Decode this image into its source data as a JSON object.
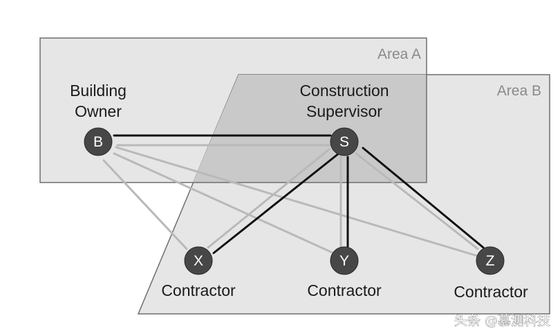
{
  "areas": {
    "a": {
      "label": "Area A"
    },
    "b": {
      "label": "Area B"
    }
  },
  "nodes": {
    "b": {
      "letter": "B",
      "label_lines": [
        "Building",
        "Owner"
      ]
    },
    "s": {
      "letter": "S",
      "label_lines": [
        "Construction",
        "Supervisor"
      ]
    },
    "x": {
      "letter": "X",
      "label": "Contractor"
    },
    "y": {
      "letter": "Y",
      "label": "Contractor"
    },
    "z": {
      "letter": "Z",
      "label": "Contractor"
    }
  },
  "edges": [
    {
      "from": "B",
      "to": "S",
      "style": "double-gray-and-black"
    },
    {
      "from": "B",
      "to": "X",
      "style": "gray"
    },
    {
      "from": "B",
      "to": "Y",
      "style": "gray"
    },
    {
      "from": "B",
      "to": "Z",
      "style": "gray"
    },
    {
      "from": "S",
      "to": "X",
      "style": "double-gray-and-black"
    },
    {
      "from": "S",
      "to": "Y",
      "style": "double-gray-and-black"
    },
    {
      "from": "S",
      "to": "Z",
      "style": "double-gray-and-black"
    }
  ],
  "colors": {
    "area_fill": "#e6e6e6",
    "area_overlap_fill": "#c9c9c9",
    "area_stroke": "#6e6e6e",
    "node_fill": "#474747",
    "gray_edge": "#b9b9b9",
    "black_edge": "#111111"
  },
  "watermark": {
    "text": "头条 @慕测科技"
  }
}
